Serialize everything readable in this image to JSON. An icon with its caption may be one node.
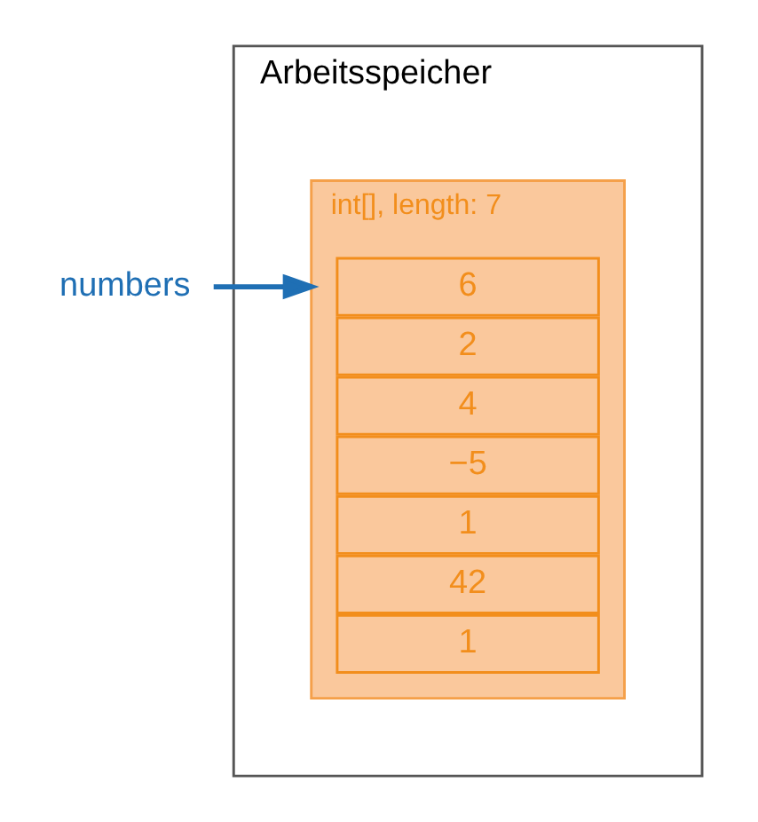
{
  "diagram": {
    "nodes": [
      {
        "text": [
          "Arbeitsspeicher"
        ]
      },
      {
        "text": [
          "int[], length: 7"
        ],
        "in": 0
      },
      {
        "text": [
          "6"
        ],
        "in": 1
      },
      {
        "text": [
          "2"
        ],
        "in": 1
      },
      {
        "text": [
          "4"
        ],
        "in": 1
      },
      {
        "text": [
          "−5"
        ],
        "in": 1
      },
      {
        "text": [
          "1"
        ],
        "in": 1
      },
      {
        "text": [
          "42"
        ],
        "in": 1
      },
      {
        "text": [
          "1"
        ],
        "in": 1
      },
      {
        "text": [
          "numbers"
        ]
      }
    ],
    "edges": [
      {
        "from": 9,
        "to": 1,
        "arrow": "to",
        "color": "#1f6fb4"
      }
    ]
  }
}
